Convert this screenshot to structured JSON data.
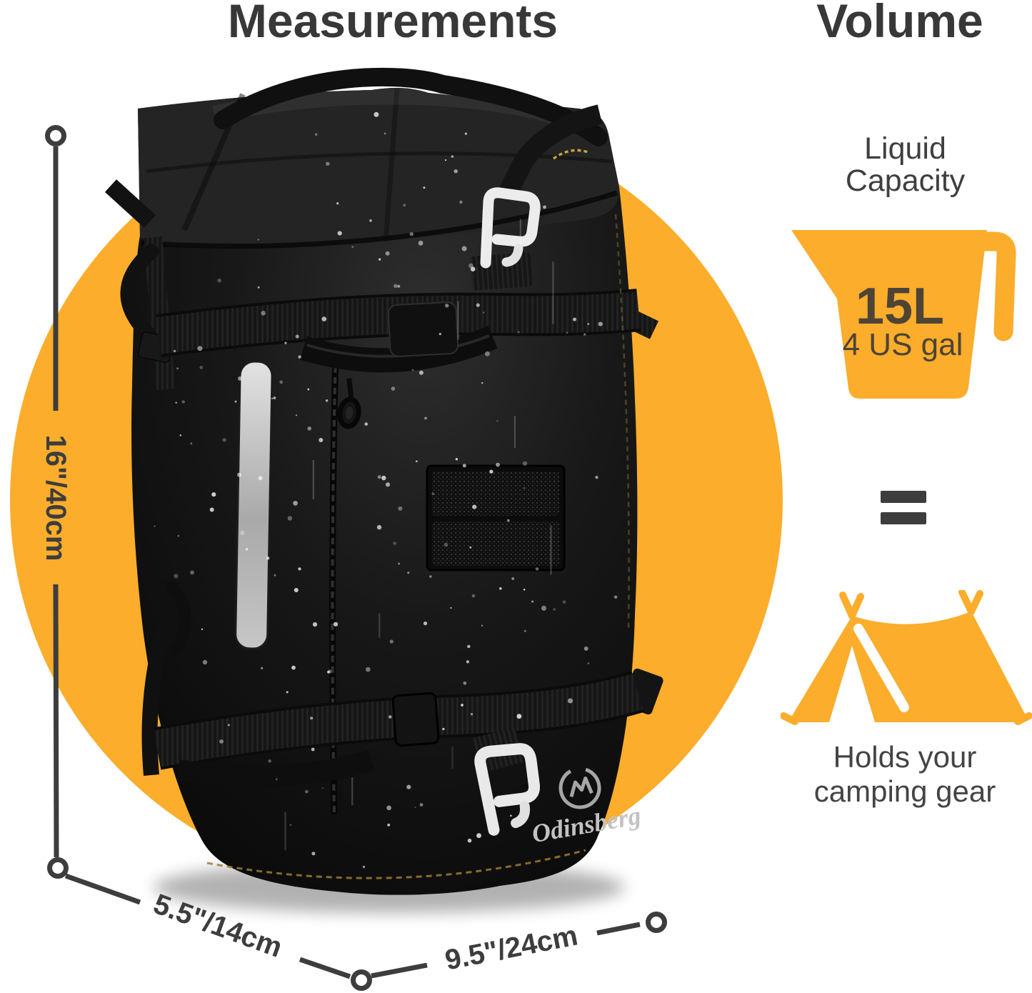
{
  "page": {
    "background_color": "#ffffff"
  },
  "measurements": {
    "title": "Measurements",
    "height_label": "16\"/40cm",
    "depth_label": "5.5\"/14cm",
    "width_label": "9.5\"/24cm"
  },
  "product": {
    "brand": "Odinsberg"
  },
  "volume": {
    "title": "Volume",
    "capacity_label_line1": "Liquid",
    "capacity_label_line2": "Capacity",
    "capacity_liters": "15L",
    "capacity_gallons": "4 US gal",
    "equals_symbol": "=",
    "caption_line1": "Holds your",
    "caption_line2": "camping gear"
  },
  "icons": {
    "jug": "measuring-jug-icon",
    "tent": "tent-icon"
  },
  "colors": {
    "accent_orange": "#FBAD2B",
    "heading_text": "#383838",
    "body_text": "#444444",
    "dimension_lines": "#3d3d3d",
    "capacity_text": "#4d4435",
    "bag_black": "#141414",
    "hardware_white": "#ececec"
  }
}
